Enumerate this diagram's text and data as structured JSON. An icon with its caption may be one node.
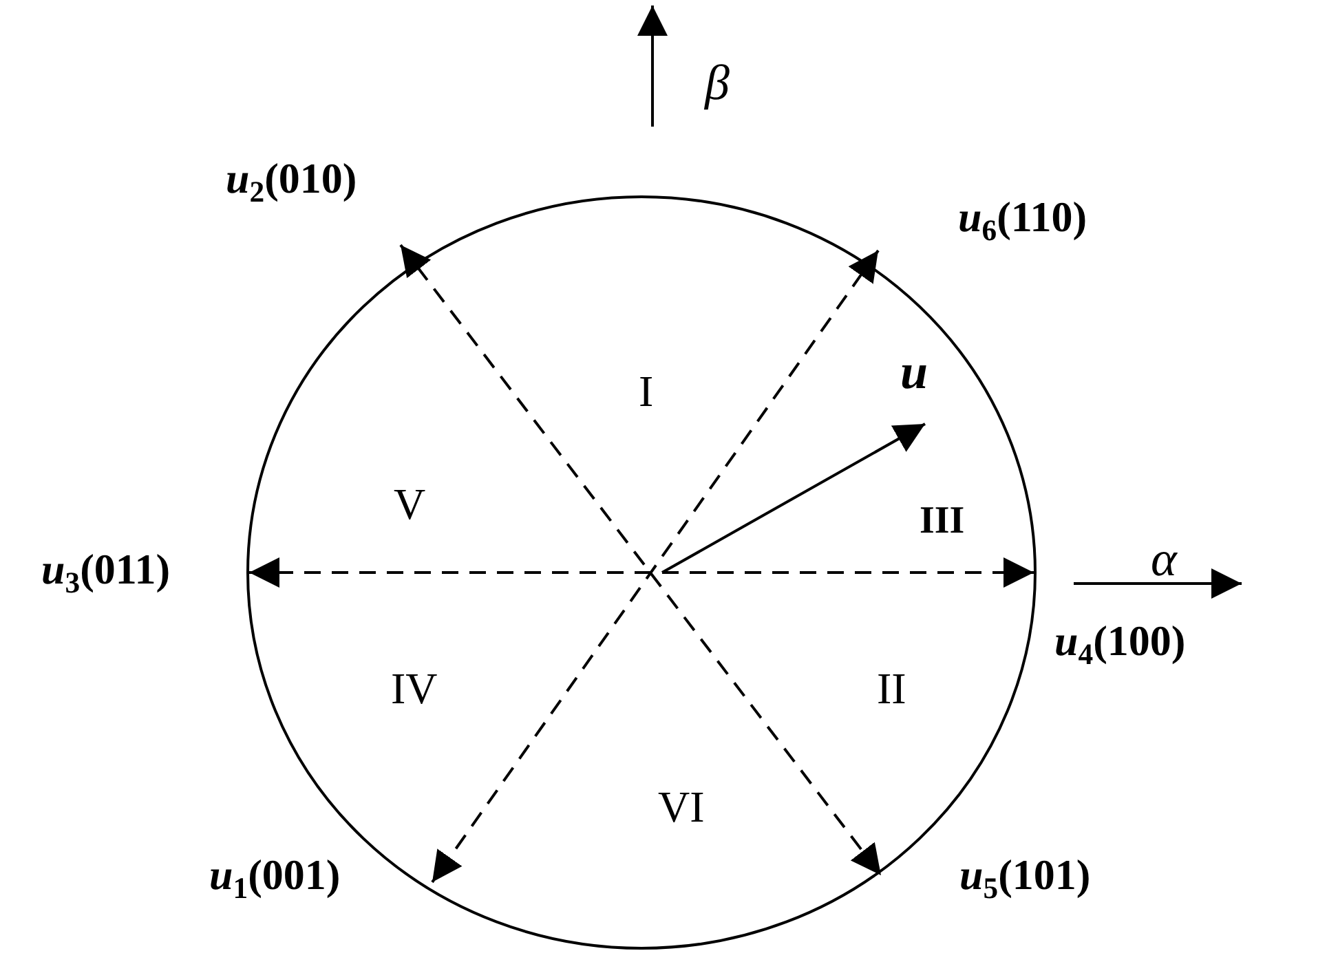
{
  "diagram": {
    "nodes": [
      {
        "text": [
          "*u*$_{2}$(010)"
        ]
      },
      {
        "text": [
          "*u*$_{6}$(110)"
        ]
      },
      {
        "text": [
          "u"
        ]
      },
      {
        "text": [
          "*u*$_{3}$(011)"
        ]
      },
      {
        "text": [
          "*u*$_{4}$(100)"
        ]
      },
      {
        "text": [
          "*u*$_{1}$(001)"
        ]
      },
      {
        "text": [
          "*u*$_{5}$(101)"
        ]
      }
    ],
    "edges": [
      {
        "from": 0,
        "to": 6,
        "arrow": "both",
        "style": "dashed"
      },
      {
        "from": 1,
        "to": 5,
        "arrow": "both",
        "style": "dashed"
      },
      {
        "from": 3,
        "to": 4,
        "arrow": "both",
        "style": "dashed"
      },
      {
        "from": null,
        "to": 2,
        "arrow": "to"
      }
    ],
    "labels": [
      "β",
      "I",
      "V",
      "III",
      "α",
      "IV",
      "II",
      "VI"
    ]
  }
}
